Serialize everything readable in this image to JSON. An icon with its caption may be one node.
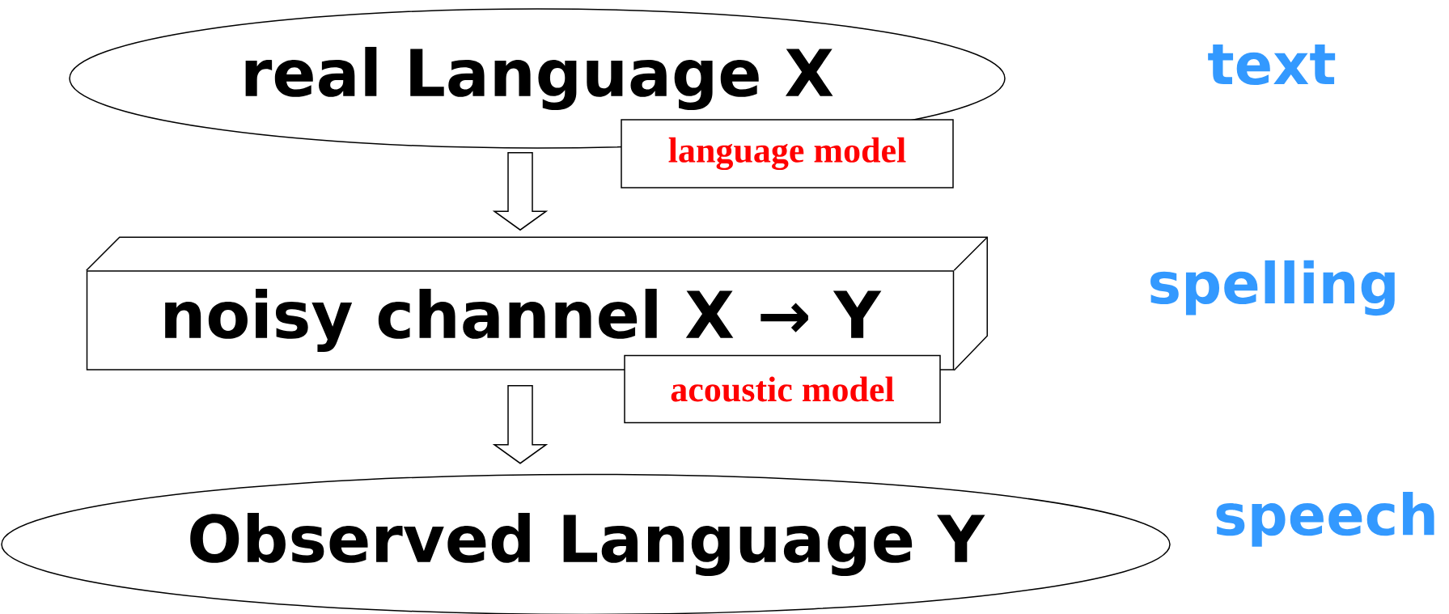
{
  "diagram": {
    "nodes": [
      {
        "text": [
          "real Language X"
        ]
      },
      {
        "text": [
          "language model"
        ]
      },
      {
        "text": [
          "noisy channel X → Y"
        ]
      },
      {
        "text": [
          "acoustic model"
        ]
      },
      {
        "text": [
          "Observed Language Y"
        ]
      }
    ],
    "edges": [
      {
        "from": 0,
        "to": 2,
        "arrow": "to"
      },
      {
        "from": 2,
        "to": 4,
        "arrow": "to"
      }
    ],
    "labels": [
      "text",
      "spelling",
      "speech"
    ]
  }
}
